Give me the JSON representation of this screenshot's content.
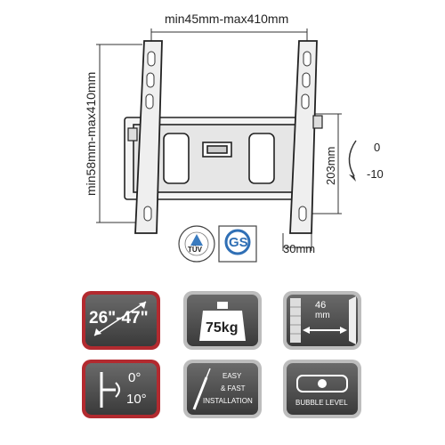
{
  "diagram": {
    "width_label": "min45mm-max410mm",
    "height_label": "min58mm-max410mm",
    "depth_label": "203mm",
    "thickness_label": "30mm",
    "tilt_top_label": "0",
    "tilt_bottom_label": "-10"
  },
  "certifications": {
    "tuv": {
      "text": "TÜV"
    },
    "gs": {
      "text": "GS"
    }
  },
  "badges": {
    "screen_size": {
      "label": "26\"-47\""
    },
    "max_load": {
      "label": "75kg"
    },
    "wall_distance": {
      "value": "46",
      "unit": "mm"
    },
    "tilt": {
      "top": "0°",
      "bottom": "10°"
    },
    "install": {
      "line1": "EASY",
      "line2": "& FAST",
      "line3": "INSTALLATION"
    },
    "bubble": {
      "label": "BUBBLE LEVEL"
    }
  },
  "colors": {
    "accent_red": "#b22a2f",
    "badge_dark": "#4a4a4a",
    "badge_frame_grey": "#bdbdbd"
  }
}
